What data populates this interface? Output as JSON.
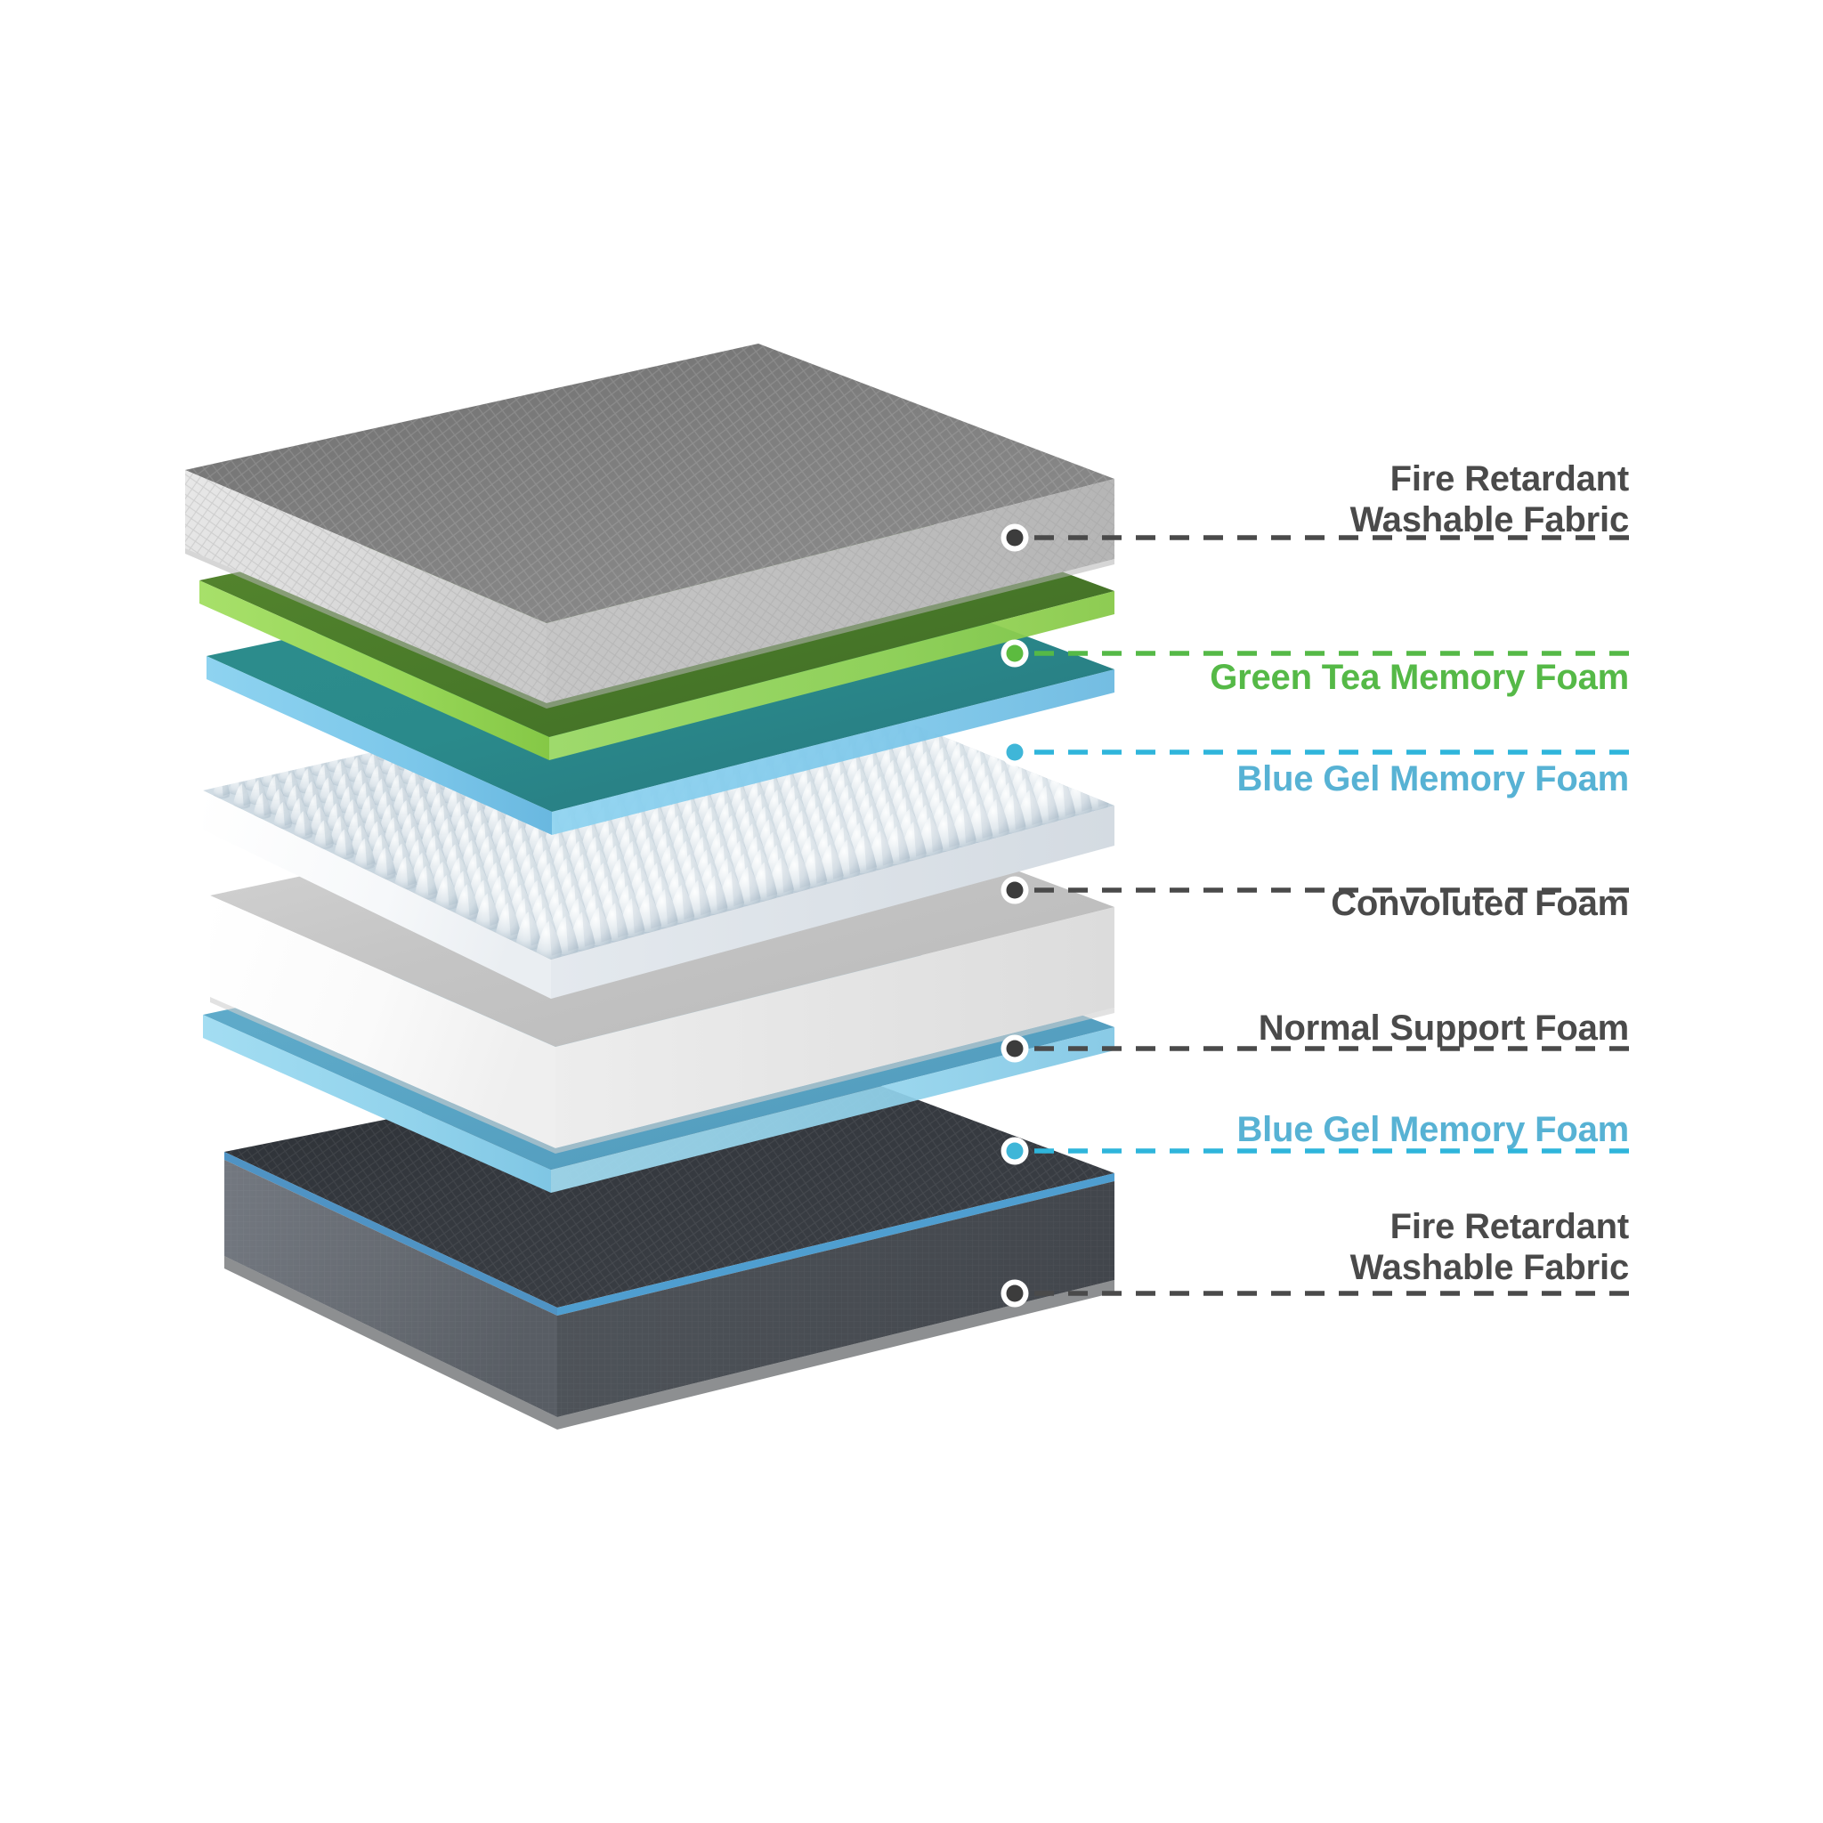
{
  "diagram": {
    "title": "Mattress Layer Construction Cutaway",
    "type": "exploded-layer-diagram",
    "background_color": "#ffffff",
    "layer_count": 7
  },
  "layers": [
    {
      "id": "top-fire-retardant",
      "label_lines": [
        "Fire Retardant",
        "Washable Fabric"
      ],
      "label_color": "#4a4a4a",
      "marker_color": "#3c3c3c",
      "leader_color": "#4a4a4a",
      "material": "quilted-fabric-cover",
      "top_color": "#7c7c7c",
      "side_color": "#d2d2d2",
      "thickness": "thick"
    },
    {
      "id": "green-tea-memory-foam",
      "label_lines": [
        "Green Tea Memory Foam"
      ],
      "label_color": "#55b947",
      "marker_color": "#5cbb3f",
      "leader_color": "#55b947",
      "material": "green-tea-memory-foam",
      "top_color": "#4b7d2c",
      "side_color": "#9ad858",
      "thickness": "thin"
    },
    {
      "id": "blue-gel-memory-foam-upper",
      "label_lines": [
        "Blue Gel Memory Foam"
      ],
      "label_color": "#57b2d4",
      "marker_color": "#3fb6d8",
      "leader_color": "#2fb5db",
      "material": "blue-gel-memory-foam",
      "top_color": "#2a8b8c",
      "side_color": "#7ec8ec",
      "thickness": "thin"
    },
    {
      "id": "convoluted-foam",
      "label_lines": [
        "Convoluted Foam"
      ],
      "label_color": "#4a4a4a",
      "marker_color": "#3c3c3c",
      "leader_color": "#4a4a4a",
      "material": "egg-crate-convoluted-foam",
      "top_color": "#c9d6de",
      "side_color": "#fbfcfd",
      "thickness": "peaked"
    },
    {
      "id": "normal-support-foam",
      "label_lines": [
        "Normal Support Foam"
      ],
      "label_color": "#4a4a4a",
      "marker_color": "#3c3c3c",
      "leader_color": "#4a4a4a",
      "material": "support-foam-core",
      "top_color": "#c4c4c4",
      "side_color": "#fbfbfb",
      "thickness": "thick"
    },
    {
      "id": "blue-gel-memory-foam-lower",
      "label_lines": [
        "Blue Gel Memory Foam"
      ],
      "label_color": "#57b2d4",
      "marker_color": "#3fb6d8",
      "leader_color": "#2fb5db",
      "material": "blue-gel-memory-foam",
      "top_color": "#5ba6c7",
      "side_color": "#93d4ee",
      "thickness": "thin"
    },
    {
      "id": "bottom-fire-retardant",
      "label_lines": [
        "Fire Retardant",
        "Washable Fabric"
      ],
      "label_color": "#4a4a4a",
      "marker_color": "#3c3c3c",
      "leader_color": "#4a4a4a",
      "material": "quilted-fabric-base",
      "top_color": "#33373c",
      "side_color": "#64696e",
      "thickness": "thick"
    }
  ],
  "palette": {
    "text_dark": "#4a4a4a",
    "green": "#55b947",
    "blue": "#57b2d4",
    "cyan": "#2fb5db",
    "white": "#ffffff"
  }
}
